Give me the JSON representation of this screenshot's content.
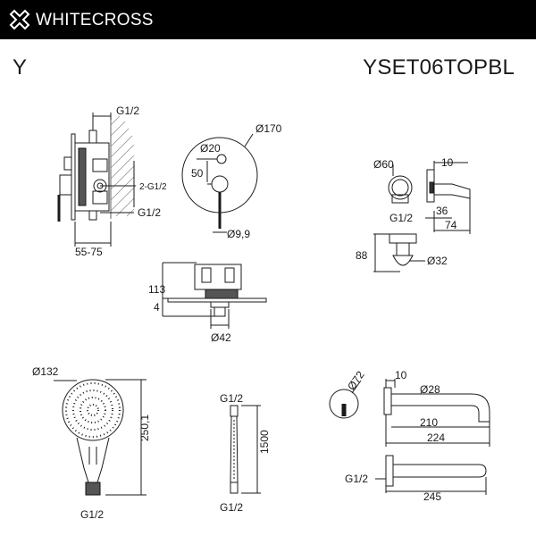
{
  "header": {
    "brand": "WHITECROSS"
  },
  "title": {
    "series": "Y",
    "model": "YSET06TOPBL"
  },
  "mixer": {
    "g_top": "G1/2",
    "g_side": "2-G1/2",
    "g_bottom": "G1/2",
    "depth": "55-75"
  },
  "plate": {
    "d_plate": "Ø170",
    "d_handle": "Ø20",
    "offset": "50",
    "d_lever": "Ø9,9"
  },
  "box": {
    "height": "113",
    "plate_thk": "4",
    "d_body": "Ø42"
  },
  "holder": {
    "d_flange": "Ø60",
    "g": "G1/2",
    "depth_top": "10",
    "depth_mid": "36",
    "depth_total": "74",
    "height": "88",
    "d_cup": "Ø32"
  },
  "handshower": {
    "d_head": "Ø132",
    "length": "250,1",
    "g": "G1/2"
  },
  "hose": {
    "g_top": "G1/2",
    "length": "1500",
    "g_bottom": "G1/2"
  },
  "spout": {
    "d_flange": "Ø72",
    "flange": "10",
    "d_tube": "Ø28",
    "reach": "210",
    "length": "224",
    "g": "G1/2",
    "total": "245"
  }
}
